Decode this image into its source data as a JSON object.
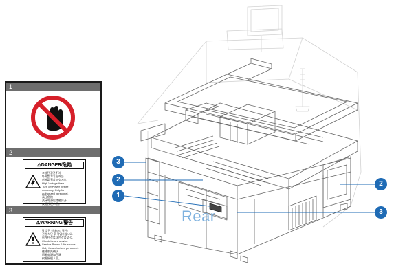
{
  "panel": {
    "sections": [
      {
        "number": "1"
      },
      {
        "number": "2",
        "title": "DANGER/危险",
        "lines": [
          "고압전 감전주의!",
          "파워를 끄기 전에는",
          "커버를 열지 마십시오.",
          "High Voltage Area",
          "Turn off Power before",
          "removing. Only for",
          "authorized personnel.",
          "高压危险",
          "关闭电源后才能打开,",
          "仅限授权人员。"
        ]
      },
      {
        "number": "3",
        "title": "WARNING/警告",
        "lines": [
          "작업 전 원래자리 확인!",
          "전원 차단 후 작업하십시오.",
          "허가된 작업자만 작업할 것.",
          "Check before service",
          "Service Power & Air source.",
          "Only for authorized personnel.",
          "维修前先确认",
          "切断电源和气源",
          "仅限授权人员。"
        ]
      }
    ]
  },
  "callouts": [
    "3",
    "2",
    "1",
    "2",
    "3"
  ],
  "rear_label": "Rear",
  "colors": {
    "callout": "#1f6bb5",
    "rear_label": "#7fb2df",
    "prohibition": "#d6202a",
    "section_header": "#6e6e6e"
  }
}
